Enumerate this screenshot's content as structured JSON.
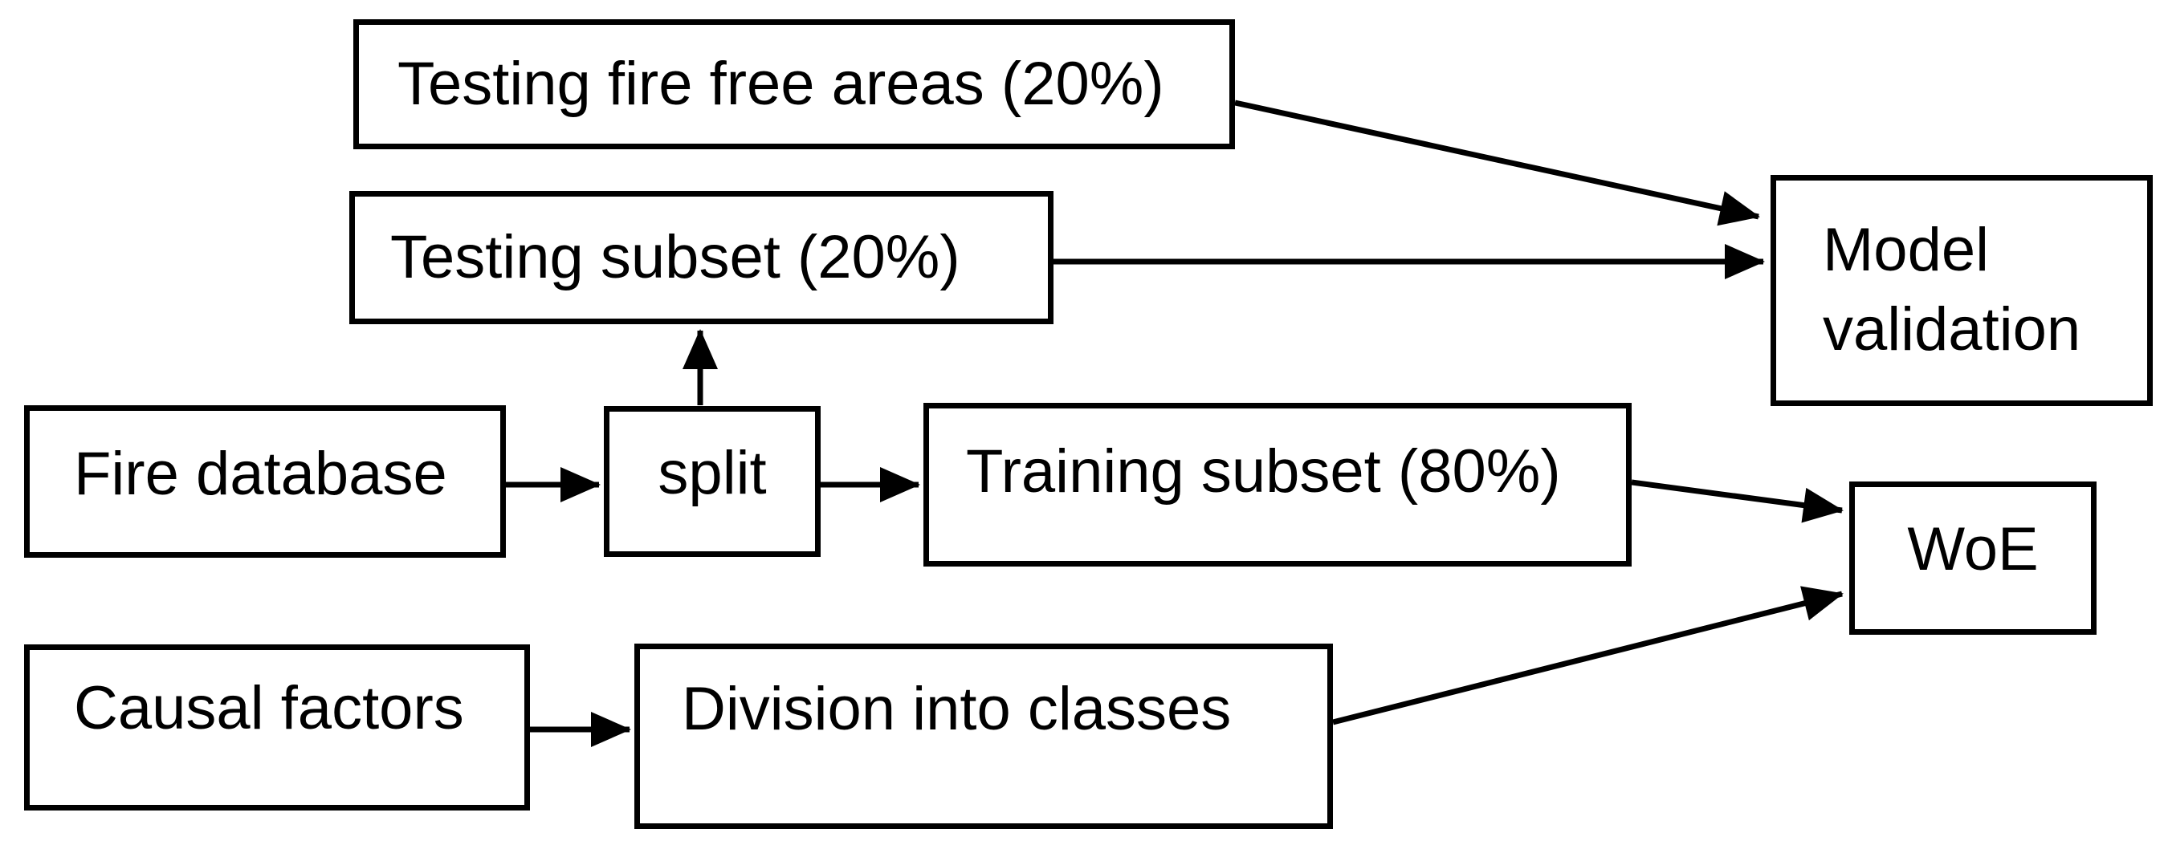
{
  "diagram": {
    "type": "flowchart",
    "background_color": "#ffffff",
    "stroke_color": "#000000",
    "text_color": "#000000",
    "nodes": {
      "testing_fire_free": {
        "label": "Testing fire free areas (20%)"
      },
      "testing_subset": {
        "label": "Testing subset (20%)"
      },
      "fire_database": {
        "label": "Fire database"
      },
      "split": {
        "label": "split"
      },
      "training_subset": {
        "label": "Training subset (80%)"
      },
      "model_validation": {
        "label": "Model validation"
      },
      "woe": {
        "label": "WoE"
      },
      "causal_factors": {
        "label": "Causal factors"
      },
      "division_into_classes": {
        "label": "Division into classes"
      }
    },
    "edges": [
      {
        "from": "fire_database",
        "to": "split"
      },
      {
        "from": "split",
        "to": "training_subset"
      },
      {
        "from": "split",
        "to": "testing_subset"
      },
      {
        "from": "testing_subset",
        "to": "model_validation"
      },
      {
        "from": "testing_fire_free",
        "to": "model_validation"
      },
      {
        "from": "training_subset",
        "to": "woe"
      },
      {
        "from": "division_into_classes",
        "to": "woe"
      },
      {
        "from": "causal_factors",
        "to": "division_into_classes"
      }
    ]
  }
}
